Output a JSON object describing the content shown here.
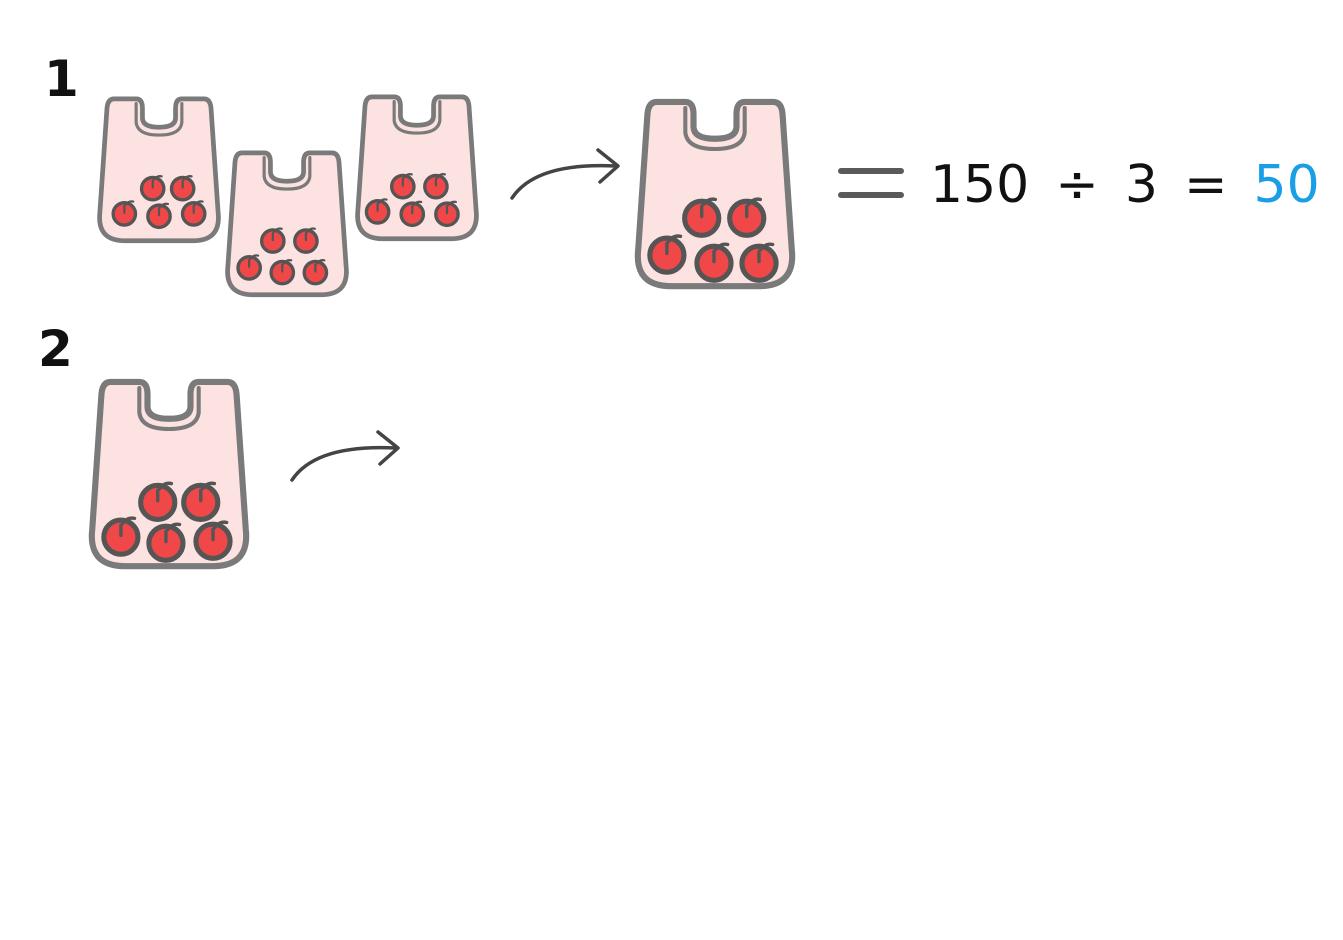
{
  "steps": [
    {
      "number": "1"
    },
    {
      "number": "2"
    }
  ],
  "equation": {
    "dividend": "150",
    "operator": "÷",
    "divisor": "3",
    "equals": "=",
    "answer": "50"
  },
  "colors": {
    "bag_fill": "#fde2e2",
    "bag_stroke": "#7a7a7a",
    "apple_fill": "#f04848",
    "apple_stroke": "#555555",
    "answer": "#1a9ee6",
    "ink": "#111111"
  },
  "icons": [
    "shopping-bag-icon",
    "apple-icon",
    "arrow-right-icon",
    "equals-icon"
  ]
}
